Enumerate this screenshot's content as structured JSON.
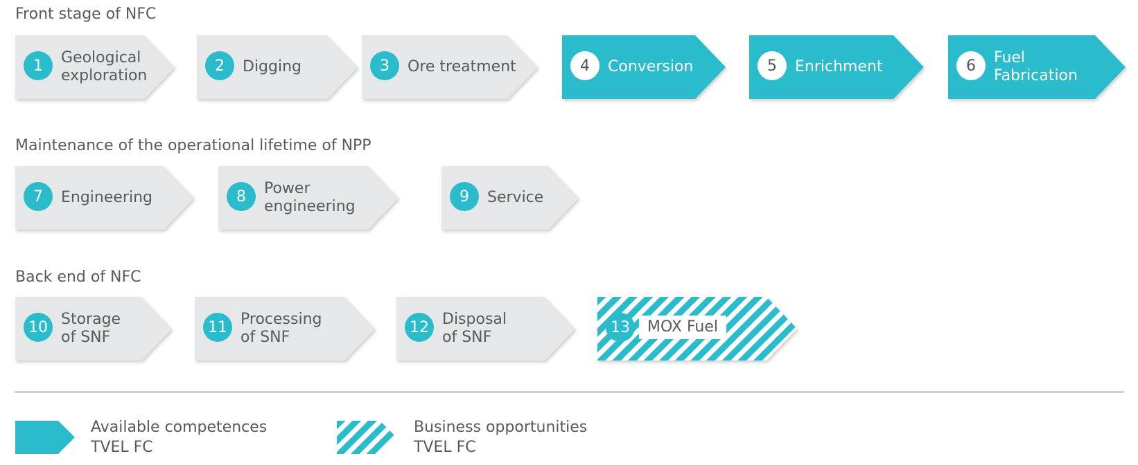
{
  "colors": {
    "accent": "#2bbccc",
    "step_bg": "#e6e7e8",
    "text": "#5a5a5a"
  },
  "sections": [
    {
      "title": "Front stage of NFC"
    },
    {
      "title": "Maintenance of the operational lifetime of NPP"
    },
    {
      "title": "Back end of NFC"
    }
  ],
  "steps": [
    {
      "num": "1",
      "label": "Geological\nexploration",
      "type": "default"
    },
    {
      "num": "2",
      "label": "Digging",
      "type": "default"
    },
    {
      "num": "3",
      "label": "Ore treatment",
      "type": "default"
    },
    {
      "num": "4",
      "label": "Conversion",
      "type": "active"
    },
    {
      "num": "5",
      "label": "Enrichment",
      "type": "active"
    },
    {
      "num": "6",
      "label": "Fuel\nFabrication",
      "type": "active"
    },
    {
      "num": "7",
      "label": "Engineering",
      "type": "default"
    },
    {
      "num": "8",
      "label": "Power\nengineering",
      "type": "default"
    },
    {
      "num": "9",
      "label": "Service",
      "type": "default"
    },
    {
      "num": "10",
      "label": "Storage\nof SNF",
      "type": "default"
    },
    {
      "num": "11",
      "label": "Processing\nof SNF",
      "type": "default"
    },
    {
      "num": "12",
      "label": "Disposal\nof SNF",
      "type": "default"
    },
    {
      "num": "13",
      "label": "MOX Fuel",
      "type": "opportunity"
    }
  ],
  "legend": {
    "available": "Available competences\nTVEL FC",
    "opportunities": "Business opportunities\nTVEL FC"
  }
}
